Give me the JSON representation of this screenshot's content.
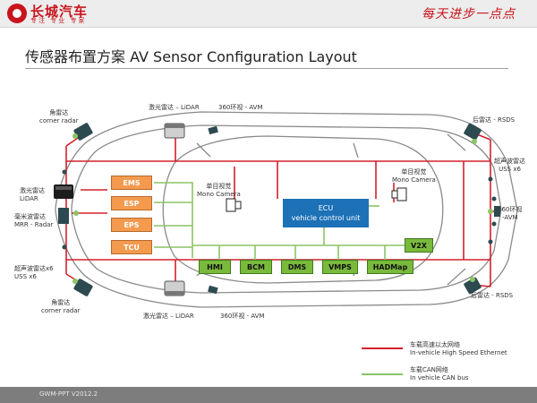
{
  "header": {
    "brand": "长城汽车",
    "brand_sub": "专注 专业 专家",
    "slogan": "每天进步一点点"
  },
  "title": "传感器布置方案 AV Sensor Configuration Layout",
  "labels": {
    "corner_radar_front_zh": "角雷达",
    "corner_radar_front_en": "corner radar",
    "lidar_front_zh": "激光雷达",
    "lidar_front_en": "LiDAR",
    "mrr_zh": "毫米波雷达",
    "mrr_en": "MRR - Radar",
    "uss_left_zh": "超声波雷达x6",
    "uss_left_en": "USS x6",
    "corner_radar_rear_zh": "角雷达",
    "corner_radar_rear_en": "corner radar",
    "lidar_top": "激光雷达 – LiDAR",
    "avm_top": "360环视 - AVM",
    "lidar_bottom": "激光雷达 – LiDAR",
    "avm_bottom": "360环视 - AVM",
    "mono_left_zh": "单目视觉",
    "mono_left_en": "Mono Camera",
    "mono_right_zh": "单目视觉",
    "mono_right_en": "Mono Camera",
    "rsds_top": "后雷达 - RSDS",
    "rsds_bottom": "后雷达 - RSDS",
    "uss_right_zh": "超声波雷达",
    "uss_right_en": "USS x6",
    "avm_right_zh": "360环视",
    "avm_right_en": "-AVM"
  },
  "ecu": {
    "line1": "ECU",
    "line2": "vehicle control unit"
  },
  "orange_boxes": [
    "EMS",
    "ESP",
    "EPS",
    "TCU"
  ],
  "green_boxes": [
    "HMI",
    "BCM",
    "DMS",
    "VMPS",
    "HADMap"
  ],
  "v2x": "V2X",
  "legend": {
    "ethernet_zh": "车载高速以太网络",
    "ethernet_en": "In-vehicle High Speed Ethernet",
    "can_zh": "车载CAN网络",
    "can_en": "In vehicle CAN bus"
  },
  "footer": "GWM-PPT V2012.2",
  "colors": {
    "brand_red": "#c8141c",
    "ethernet": "#d4202c",
    "can": "#8cc465",
    "ecu": "#1d71b7",
    "orange_box": "#f39a4f",
    "green_box": "#79b93c"
  }
}
